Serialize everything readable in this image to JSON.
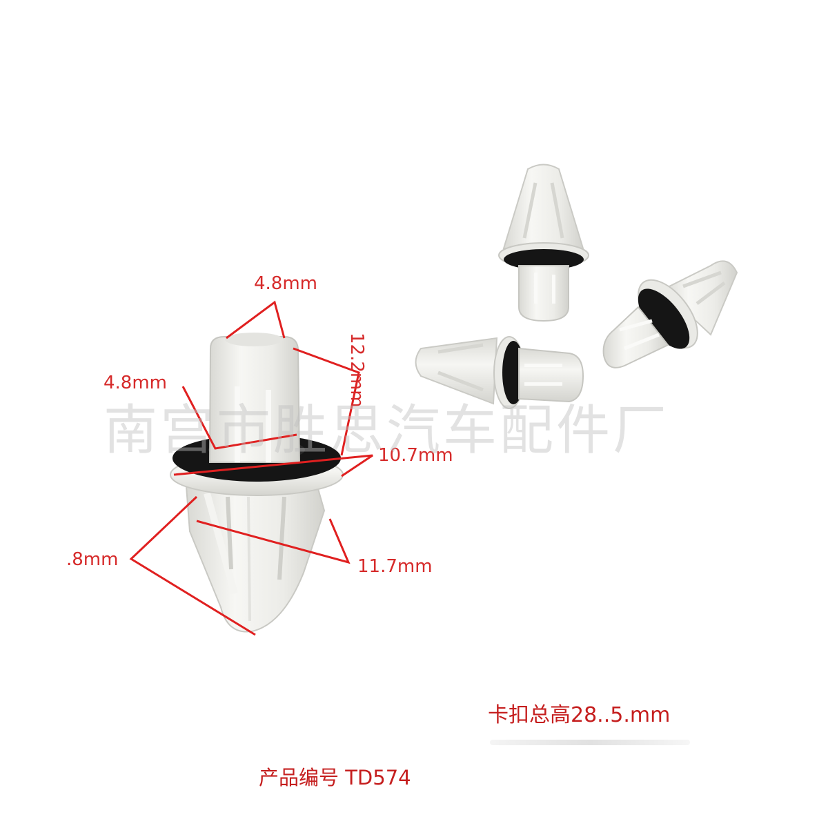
{
  "dimensions": {
    "top_width": "4.8mm",
    "stem_width": "4.8mm",
    "stem_height": "12.2mm",
    "washer_diameter": "10.7mm",
    "leg_spread": "11.7mm",
    "tip_width": ".8mm"
  },
  "watermark": "南宫市胜思汽车配件厂",
  "caption_total_height": "卡扣总高28..5.mm",
  "caption_product_code": "产品编号 TD574",
  "colors": {
    "annotation": "#d62a2a",
    "plastic": "#eeeeea",
    "washer": "#151515"
  }
}
